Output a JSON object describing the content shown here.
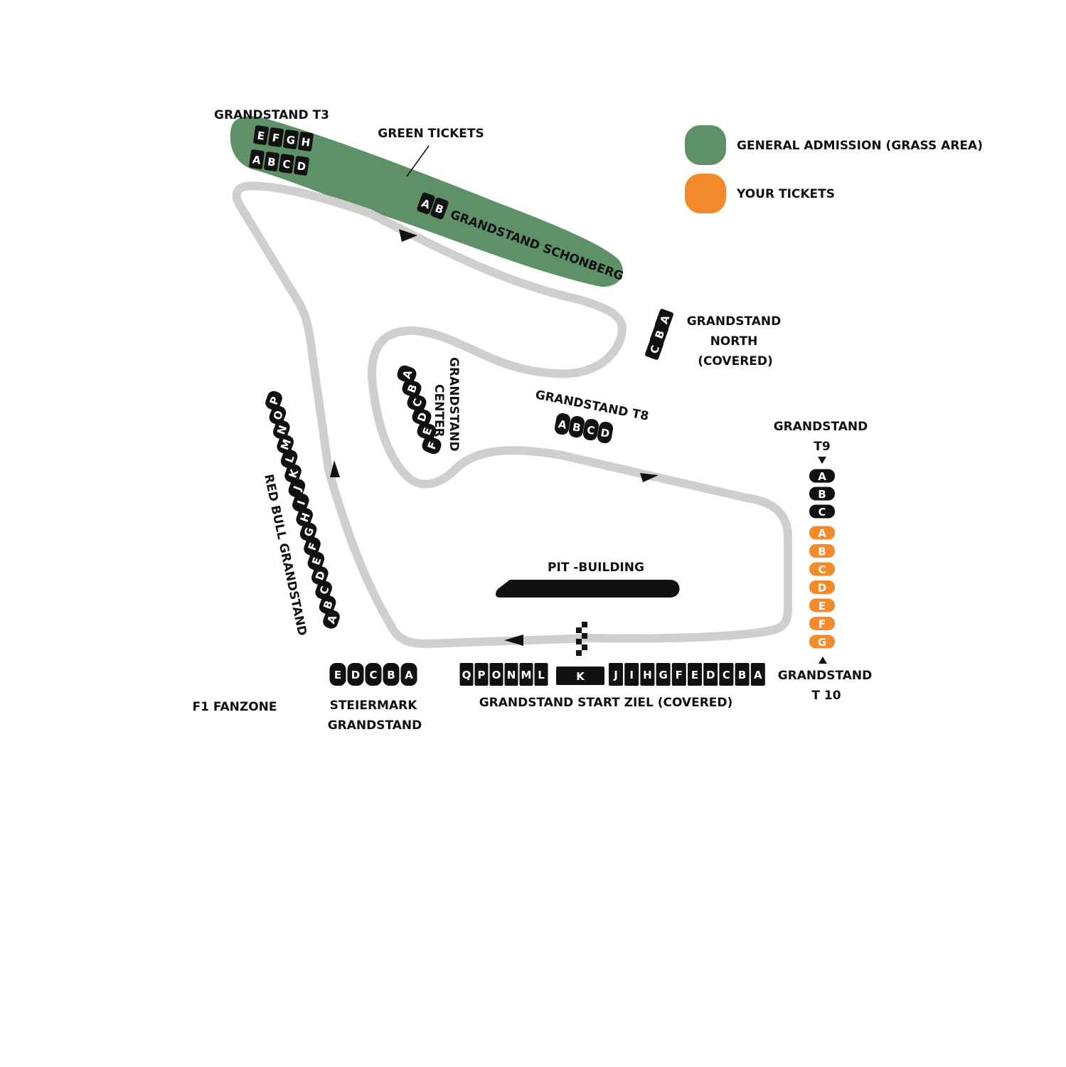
{
  "colors": {
    "grass": "#5f9168",
    "yours": "#f38a2b",
    "track": "#cfcfcd",
    "ink": "#111111",
    "green_label": "#5f9168"
  },
  "legend": {
    "general_admission": "GENERAL ADMISSION (GRASS AREA)",
    "your_tickets": "YOUR TICKETS"
  },
  "labels": {
    "green_tickets": "GREEN TICKETS",
    "grandstand_t3": "GRANDSTAND T3",
    "grandstand_schonberg": "GRANDSTAND SCHONBERG",
    "grandstand_north": [
      "GRANDSTAND",
      "NORTH",
      "(COVERED)"
    ],
    "grandstand_center": [
      "GRANDSTAND",
      "CENTER"
    ],
    "grandstand_t8": "GRANDSTAND T8",
    "grandstand_t9": [
      "GRANDSTAND",
      "T9"
    ],
    "grandstand_t10": [
      "GRANDSTAND",
      "T 10"
    ],
    "red_bull_grandstand": "RED BULL GRANDSTAND",
    "pit_building": "PIT -BUILDING",
    "steiermark_grandstand": [
      "STEIERMARK",
      "GRANDSTAND"
    ],
    "start_ziel": "GRANDSTAND  START ZIEL (COVERED)",
    "fanzone": "F1 FANZONE"
  },
  "sections": {
    "t3_top": [
      "E",
      "F",
      "G",
      "H"
    ],
    "t3_bottom": [
      "A",
      "B",
      "C",
      "D"
    ],
    "schonberg": [
      "A",
      "B"
    ],
    "north": [
      "C",
      "B",
      "A"
    ],
    "center": [
      "A",
      "B",
      "C",
      "D",
      "E",
      "F"
    ],
    "t8": [
      "A",
      "B",
      "C",
      "D"
    ],
    "t9": [
      "A",
      "B",
      "C"
    ],
    "t10": [
      "A",
      "B",
      "C",
      "D",
      "E",
      "F",
      "G"
    ],
    "red_bull": [
      "P",
      "O",
      "N",
      "M",
      "L",
      "K",
      "J",
      "I",
      "H",
      "G",
      "F",
      "E",
      "D",
      "C",
      "B",
      "A"
    ],
    "steiermark": [
      "E",
      "D",
      "C",
      "B",
      "A"
    ],
    "start_ziel_left": [
      "Q",
      "P",
      "O",
      "N",
      "M",
      "L"
    ],
    "start_ziel_mid": [
      "K"
    ],
    "start_ziel_right": [
      "J",
      "I",
      "H",
      "G",
      "F",
      "E",
      "D",
      "C",
      "B",
      "A"
    ]
  }
}
